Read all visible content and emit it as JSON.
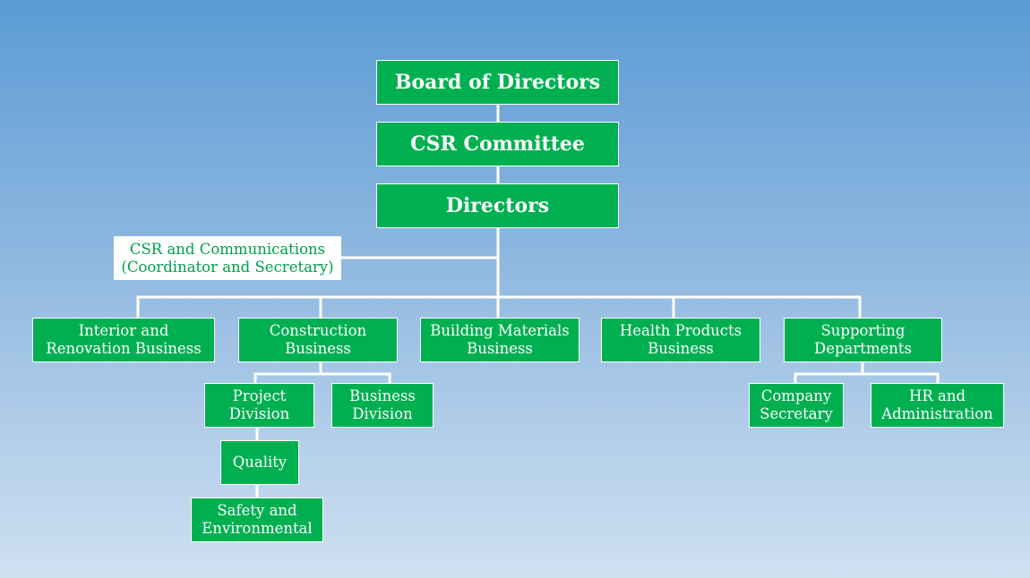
{
  "colors": {
    "box_fill": "#00b050",
    "box_text": "#ffffff",
    "connector": "#ffffff",
    "coordinator_text": "#00a04a",
    "background_top": "#5b9bd5",
    "background_bottom": "#cfe0f1"
  },
  "org": {
    "board": "Board of Directors",
    "committee": "CSR Committee",
    "directors": "Directors",
    "coordinator": "CSR and Communications\n(Coordinator and Secretary)",
    "businesses": {
      "interior": "Interior and\nRenovation Business",
      "construction": "Construction\nBusiness",
      "materials": "Building Materials\nBusiness",
      "health": "Health Products\nBusiness",
      "supporting": "Supporting\nDepartments"
    },
    "construction_units": {
      "project": "Project\nDivision",
      "business": "Business\nDivision"
    },
    "project_units": {
      "quality": "Quality",
      "safety": "Safety and\nEnvironmental"
    },
    "supporting_units": {
      "company_secretary": "Company\nSecretary",
      "hr": "HR and\nAdministration"
    }
  }
}
